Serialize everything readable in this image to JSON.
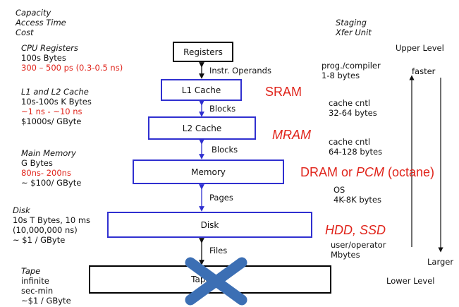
{
  "header_left": [
    "Capacity",
    "Access Time",
    "Cost"
  ],
  "header_right": [
    "Staging",
    "Xfer Unit"
  ],
  "left_blocks": [
    {
      "lines": [
        {
          "text": "CPU Registers",
          "style": "it"
        },
        {
          "text": "100s Bytes",
          "style": ""
        },
        {
          "text": "300 – 500 ps (0.3-0.5 ns)",
          "style": "red"
        }
      ]
    },
    {
      "lines": [
        {
          "text": "L1 and L2 Cache",
          "style": "it"
        },
        {
          "text": "10s-100s K Bytes",
          "style": ""
        },
        {
          "text": "~1 ns - ~10 ns",
          "style": "red"
        },
        {
          "text": "$1000s/ GByte",
          "style": ""
        }
      ]
    },
    {
      "lines": [
        {
          "text": "Main Memory",
          "style": "it"
        },
        {
          "text": "G Bytes",
          "style": ""
        },
        {
          "text": "80ns- 200ns",
          "style": "red"
        },
        {
          "text": "~ $100/ GByte",
          "style": ""
        }
      ]
    },
    {
      "lines": [
        {
          "text": "Disk",
          "style": "it"
        },
        {
          "text": "10s T Bytes, 10 ms",
          "style": ""
        },
        {
          "text": "(10,000,000 ns)",
          "style": ""
        },
        {
          "text": "~ $1 / GByte",
          "style": ""
        }
      ]
    },
    {
      "lines": [
        {
          "text": "Tape",
          "style": "it"
        },
        {
          "text": "infinite",
          "style": ""
        },
        {
          "text": "sec-min",
          "style": ""
        },
        {
          "text": "~$1 / GByte",
          "style": ""
        }
      ]
    }
  ],
  "levels": {
    "registers": "Registers",
    "l1": "L1 Cache",
    "l2": "L2 Cache",
    "memory": "Memory",
    "disk": "Disk",
    "tape": "Tape"
  },
  "transfers": {
    "instr": "Instr. Operands",
    "blocks1": "Blocks",
    "blocks2": "Blocks",
    "pages": "Pages",
    "files": "Files"
  },
  "technologies": {
    "sram": "SRAM",
    "mram": "MRAM",
    "dram_prefix": "DRAM or ",
    "pcm": "PCM",
    "octane": " (octane)",
    "hdd_ssd": "HDD, SSD"
  },
  "staging": [
    {
      "lines": [
        "prog./compiler",
        "1-8 bytes"
      ]
    },
    {
      "lines": [
        "cache cntl",
        "32-64 bytes"
      ]
    },
    {
      "lines": [
        "cache cntl",
        "64-128 bytes"
      ]
    },
    {
      "lines": [
        "OS",
        "4K-8K bytes"
      ]
    },
    {
      "lines": [
        "user/operator",
        "Mbytes"
      ]
    }
  ],
  "scale": {
    "upper_level": "Upper Level",
    "faster": "faster",
    "larger": "Larger",
    "lower_level": "Lower Level"
  },
  "colors": {
    "red": "#e0241b",
    "blue_box": "#3030d0",
    "cross": "#3c6fb4"
  }
}
